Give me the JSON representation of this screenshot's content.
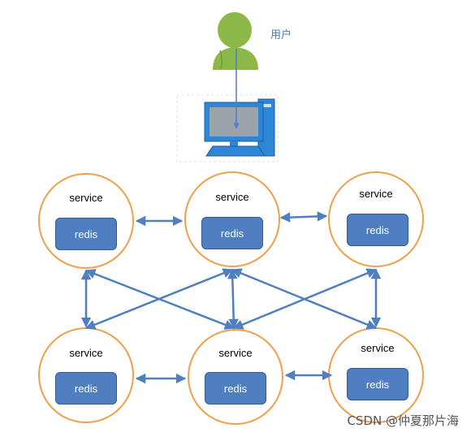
{
  "user": {
    "label": "用户"
  },
  "nodes": [
    {
      "id": "n1",
      "service": "service",
      "redis": "redis"
    },
    {
      "id": "n2",
      "service": "service",
      "redis": "redis"
    },
    {
      "id": "n3",
      "service": "service",
      "redis": "redis"
    },
    {
      "id": "n4",
      "service": "service",
      "redis": "redis"
    },
    {
      "id": "n5",
      "service": "service",
      "redis": "redis"
    },
    {
      "id": "n6",
      "service": "service",
      "redis": "redis"
    }
  ],
  "colors": {
    "circle_stroke": "#f0a04b",
    "redis_fill": "#4f7fc0",
    "arrow": "#4f7fc0",
    "user_green": "#8cb84a"
  },
  "watermark": "CSDN @仲夏那片海"
}
